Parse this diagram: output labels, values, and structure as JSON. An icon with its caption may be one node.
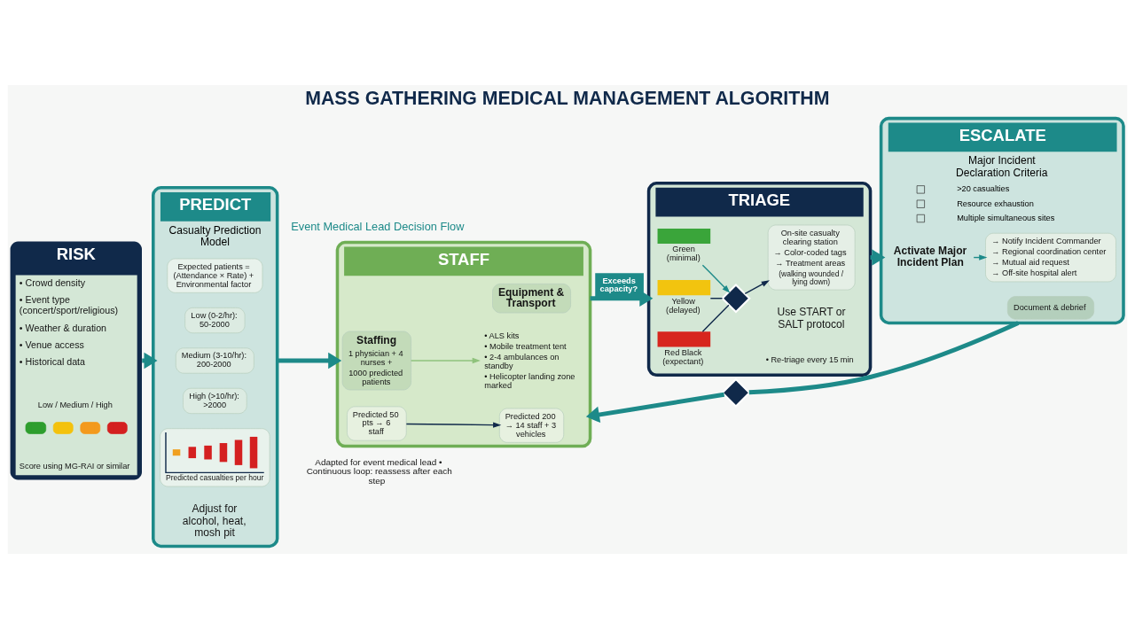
{
  "diagram": {
    "title": "MASS GATHERING MEDICAL MANAGEMENT ALGORITHM",
    "caption": "Adapted for event medical lead • Continuous loop: reassess after each step",
    "nodes": [
      {
        "text": [
          "RISK",
          "• Crowd density",
          "• Event type (concert/sport/religious)",
          "• Weather & duration",
          "• Venue access",
          "• Historical data",
          "Low / Medium / High",
          "Score using MG-RAI or similar"
        ]
      },
      {
        "text": [
          "PREDICT",
          "Casualty Prediction Model"
        ]
      },
      {
        "text": [
          "Expected patients = (Attendance × Rate) + Environmental factor"
        ],
        "in": 1
      },
      {
        "text": [
          "Low (0-2/hr): 50-2000"
        ],
        "in": 1
      },
      {
        "text": [
          "Medium (3-10/hr): 200-2000"
        ],
        "in": 1
      },
      {
        "text": [
          "High (>10/hr): >2000"
        ],
        "in": 1
      },
      {
        "text": [
          "Predicted casualties per hour"
        ],
        "in": 1
      },
      {
        "text": [
          "STAFF"
        ]
      },
      {
        "text": [
          "Staffing",
          "1 physician + 4 nurses +",
          "1000 predicted patients"
        ],
        "in": 7
      },
      {
        "text": [
          "Equipment & Transport"
        ],
        "in": 7
      },
      {
        "text": [
          "• ALS kits",
          "• Mobile treatment tent",
          "• 2-4 ambulances on standby",
          "• Helicopter landing zone marked"
        ],
        "in": 7
      },
      {
        "text": [
          "Predicted 50 pts → 6 staff"
        ],
        "in": 7
      },
      {
        "text": [
          "Predicted 200 → 14 staff + 3 vehicles"
        ],
        "in": 7
      },
      {
        "text": [
          "TRIAGE"
        ]
      },
      {
        "text": [
          "Green (minimal)"
        ],
        "in": 13
      },
      {
        "text": [
          "Yellow (delayed)"
        ],
        "in": 13
      },
      {
        "text": [
          "Red Black (expectant)"
        ],
        "in": 13
      },
      {
        "text": [],
        "shape": "diamond",
        "in": 13
      },
      {
        "text": [
          "On-site casualty clearing station",
          "→ Color-coded tags",
          "→ Treatment areas",
          "(walking wounded / lying down)"
        ],
        "in": 13
      },
      {
        "text": [
          "ESCALATE",
          "Major Incident Declaration Criteria",
          ">20 casualties",
          "Resource exhaustion",
          "Multiple simultaneous sites"
        ]
      },
      {
        "text": [
          "Activate Major Incident Plan"
        ],
        "in": 19
      },
      {
        "text": [
          "→ Notify Incident Commander",
          "→ Regional coordination center",
          "→ Mutual aid request",
          "→ Off-site hospital alert"
        ],
        "in": 19
      },
      {
        "text": [
          "Document & debrief"
        ],
        "in": 19
      },
      {
        "text": [],
        "shape": "diamond"
      }
    ],
    "edges": [
      {
        "from": 0,
        "to": 1,
        "arrow": "to",
        "style": "thick"
      },
      {
        "from": 1,
        "to": 7,
        "arrow": "to",
        "style": "thick"
      },
      {
        "from": 7,
        "to": 13,
        "arrow": "to",
        "style": "thick",
        "label": "Exceeds capacity?"
      },
      {
        "from": 13,
        "to": 19,
        "arrow": "to",
        "style": "thick"
      },
      {
        "from": 8,
        "to": 10,
        "arrow": "to",
        "color": "#8fc27c"
      },
      {
        "from": 11,
        "to": 12,
        "arrow": "to",
        "color": "#10294a"
      },
      {
        "from": 14,
        "to": 17,
        "arrow": "to"
      },
      {
        "from": 15,
        "to": 17,
        "arrow": "none",
        "color": "#10294a"
      },
      {
        "from": 16,
        "to": 17,
        "arrow": "none",
        "color": "#10294a"
      },
      {
        "from": 17,
        "to": 18,
        "arrow": "to",
        "color": "#10294a"
      },
      {
        "from": 20,
        "to": 21,
        "arrow": "to"
      },
      {
        "from": 19,
        "to": 23,
        "arrow": "none",
        "style": "thick"
      },
      {
        "from": 23,
        "to": 7,
        "arrow": "to",
        "style": "thick"
      }
    ],
    "labels": [
      "Event Medical Lead Decision Flow",
      "Adjust for alcohol, heat, mosh pit",
      "Use START or SALT protocol",
      "• Re-triage every 15 min"
    ]
  }
}
